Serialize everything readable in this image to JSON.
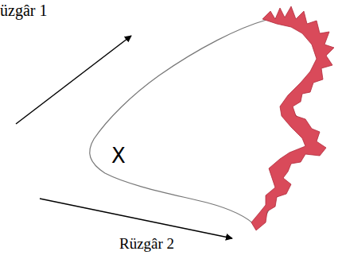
{
  "diagram": {
    "labels": [
      "üzgâr 1",
      "X",
      "Rüzgâr 2"
    ]
  }
}
